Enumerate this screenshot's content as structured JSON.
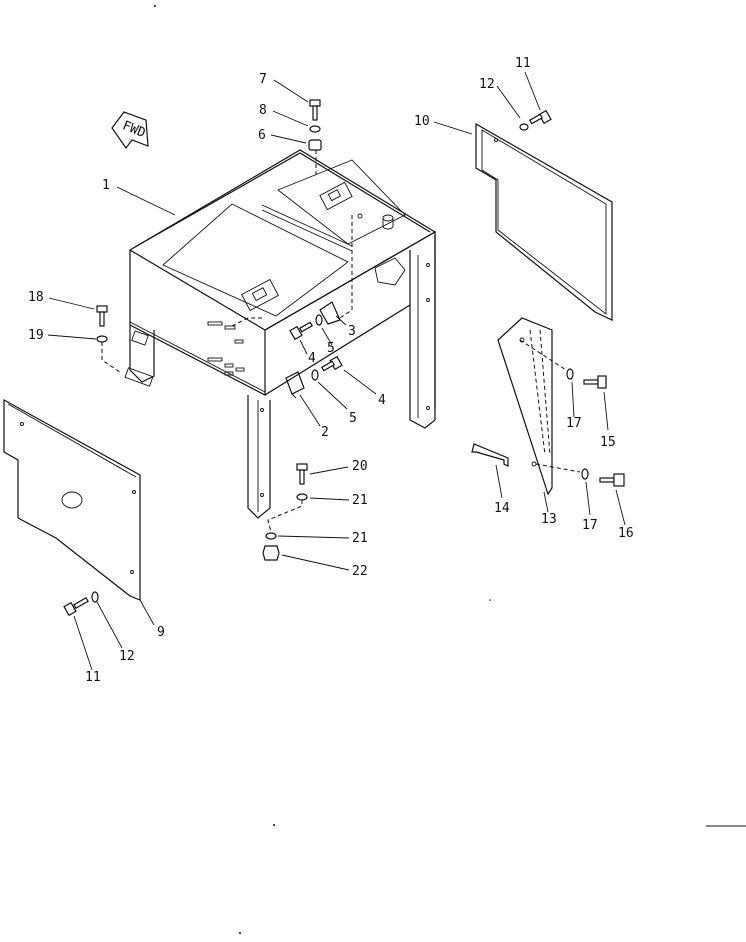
{
  "fwd_label": "FWD",
  "callouts": [
    {
      "id": "c1",
      "text": "1"
    },
    {
      "id": "c2",
      "text": "2"
    },
    {
      "id": "c3",
      "text": "3"
    },
    {
      "id": "c4a",
      "text": "4"
    },
    {
      "id": "c4b",
      "text": "4"
    },
    {
      "id": "c5a",
      "text": "5"
    },
    {
      "id": "c5b",
      "text": "5"
    },
    {
      "id": "c6",
      "text": "6"
    },
    {
      "id": "c7",
      "text": "7"
    },
    {
      "id": "c8",
      "text": "8"
    },
    {
      "id": "c9",
      "text": "9"
    },
    {
      "id": "c10",
      "text": "10"
    },
    {
      "id": "c11a",
      "text": "11"
    },
    {
      "id": "c11b",
      "text": "11"
    },
    {
      "id": "c12a",
      "text": "12"
    },
    {
      "id": "c12b",
      "text": "12"
    },
    {
      "id": "c13",
      "text": "13"
    },
    {
      "id": "c14",
      "text": "14"
    },
    {
      "id": "c15",
      "text": "15"
    },
    {
      "id": "c16",
      "text": "16"
    },
    {
      "id": "c17a",
      "text": "17"
    },
    {
      "id": "c17b",
      "text": "17"
    },
    {
      "id": "c18",
      "text": "18"
    },
    {
      "id": "c19",
      "text": "19"
    },
    {
      "id": "c20",
      "text": "20"
    },
    {
      "id": "c21a",
      "text": "21"
    },
    {
      "id": "c21b",
      "text": "21"
    },
    {
      "id": "c22",
      "text": "22"
    }
  ]
}
